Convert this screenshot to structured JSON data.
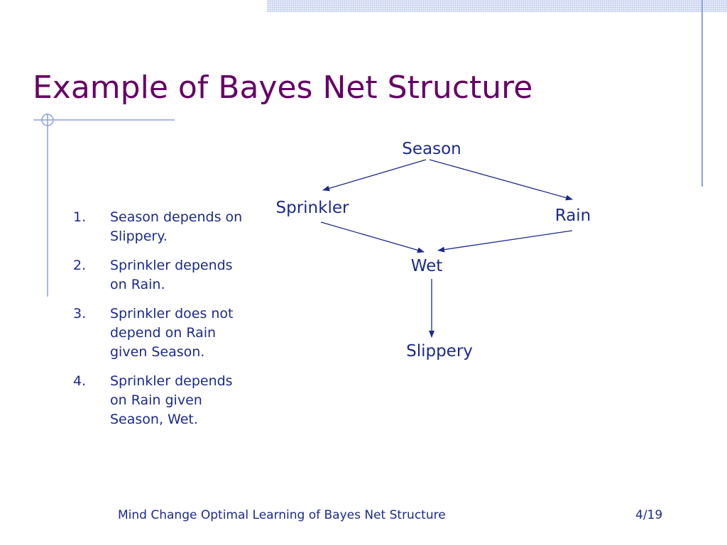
{
  "title": "Example of Bayes Net Structure",
  "statements": [
    {
      "number": "1.",
      "text": "Season depends on Slippery."
    },
    {
      "number": "2.",
      "text": "Sprinkler depends on Rain."
    },
    {
      "number": "3.",
      "text": "Sprinkler does not depend on Rain given Season."
    },
    {
      "number": "4.",
      "text": "Sprinkler depends on Rain given Season, Wet."
    }
  ],
  "diagram": {
    "nodes": {
      "season": "Season",
      "sprinkler": "Sprinkler",
      "rain": "Rain",
      "wet": "Wet",
      "slippery": "Slippery"
    },
    "edges": [
      [
        "Season",
        "Sprinkler"
      ],
      [
        "Season",
        "Rain"
      ],
      [
        "Sprinkler",
        "Wet"
      ],
      [
        "Rain",
        "Wet"
      ],
      [
        "Wet",
        "Slippery"
      ]
    ]
  },
  "footer": {
    "title": "Mind Change Optimal Learning of Bayes Net Structure",
    "page": "4/19"
  },
  "colors": {
    "title": "#660066",
    "text": "#1b2a8c",
    "decoration": "#8aa0e0"
  }
}
